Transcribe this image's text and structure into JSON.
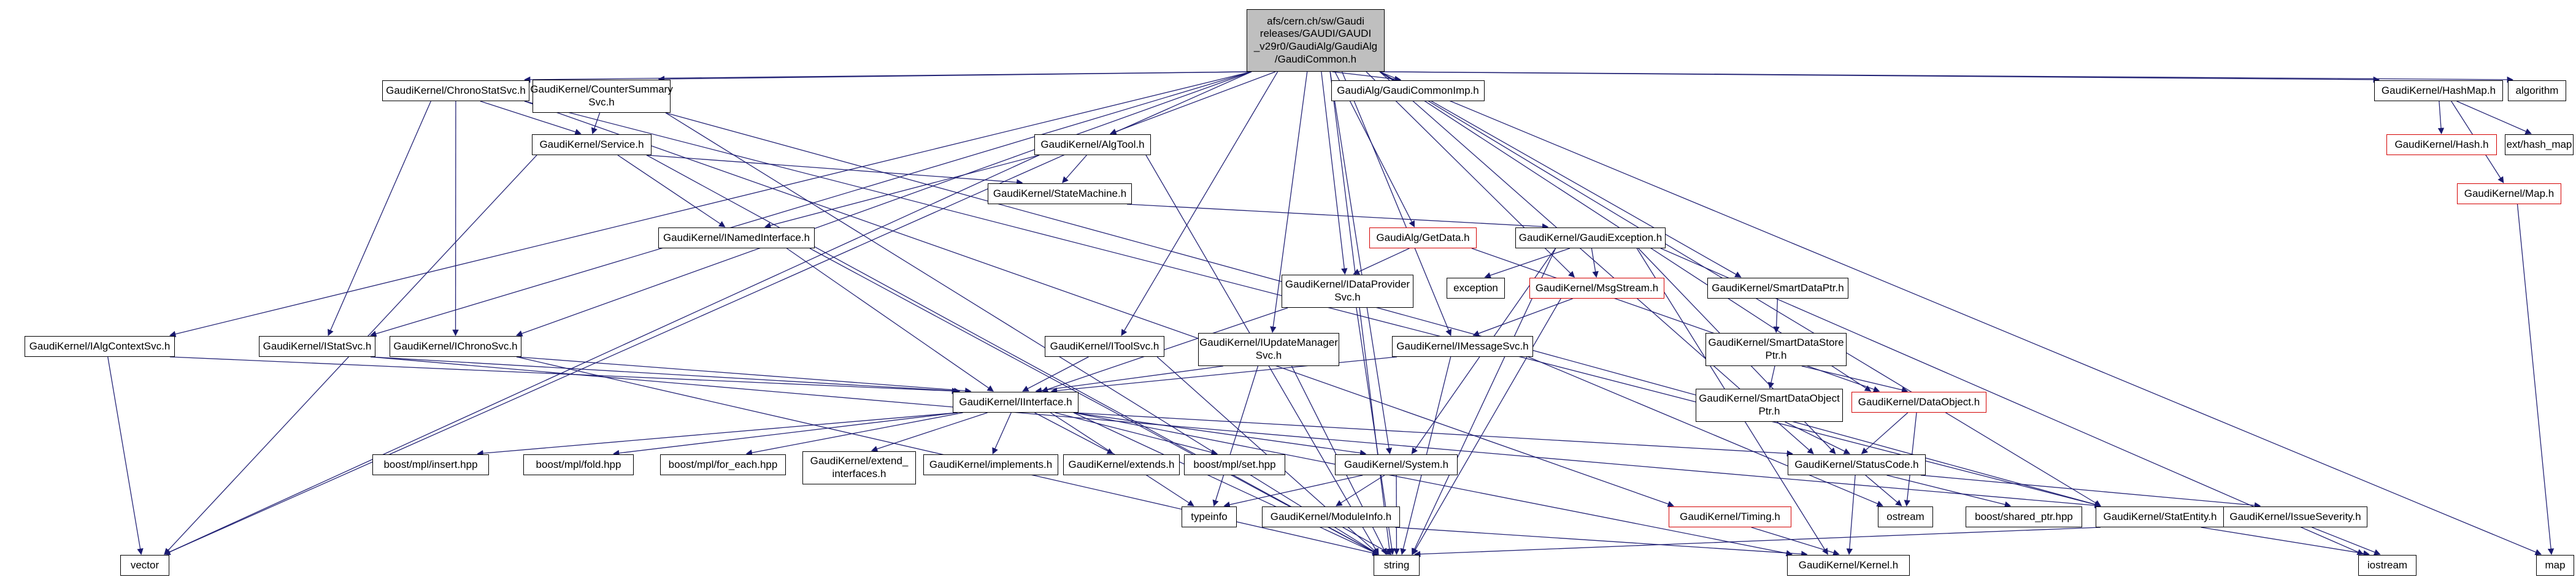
{
  "graph": {
    "kind": "doxygen-include-dependency-graph",
    "root_label": "afs/cern.ch/sw/Gaudi\nreleases/GAUDI/GAUDI\n_v29r0/GaudiAlg/GaudiAlg\n/GaudiCommon.h"
  },
  "colors": {
    "edge": "#191970",
    "node_border": "#000000",
    "truncated_border": "#d40000",
    "root_fill": "#bfbfbf",
    "node_fill": "#ffffff",
    "text": "#000000",
    "background": "#ffffff"
  },
  "nodes": [
    {
      "id": "root",
      "type": "current",
      "label": "afs/cern.ch/sw/Gaudi\nreleases/GAUDI/GAUDI\n_v29r0/GaudiAlg/GaudiAlg\n/GaudiCommon.h"
    },
    {
      "id": "chronostatsvc",
      "type": "normal",
      "label": "GaudiKernel/ChronoStatSvc.h"
    },
    {
      "id": "countersummarysvc",
      "type": "normal",
      "label": "GaudiKernel/CounterSummary\nSvc.h"
    },
    {
      "id": "gaudicommonimp",
      "type": "normal",
      "label": "GaudiAlg/GaudiCommonImp.h"
    },
    {
      "id": "hashmap",
      "type": "normal",
      "label": "GaudiKernel/HashMap.h"
    },
    {
      "id": "algorithm",
      "type": "normal",
      "label": "algorithm"
    },
    {
      "id": "service",
      "type": "normal",
      "label": "GaudiKernel/Service.h"
    },
    {
      "id": "algtool",
      "type": "normal",
      "label": "GaudiKernel/AlgTool.h"
    },
    {
      "id": "hash",
      "type": "truncated",
      "label": "GaudiKernel/Hash.h"
    },
    {
      "id": "exthashmap",
      "type": "normal",
      "label": "ext/hash_map"
    },
    {
      "id": "statemachine",
      "type": "normal",
      "label": "GaudiKernel/StateMachine.h"
    },
    {
      "id": "gmap",
      "type": "truncated",
      "label": "GaudiKernel/Map.h"
    },
    {
      "id": "inamedinterface",
      "type": "normal",
      "label": "GaudiKernel/INamedInterface.h"
    },
    {
      "id": "getdata",
      "type": "truncated",
      "label": "GaudiAlg/GetData.h"
    },
    {
      "id": "gaudiexception",
      "type": "normal",
      "label": "GaudiKernel/GaudiException.h"
    },
    {
      "id": "idataprovidersvc",
      "type": "normal",
      "label": "GaudiKernel/IDataProvider\nSvc.h"
    },
    {
      "id": "exception",
      "type": "normal",
      "label": "exception"
    },
    {
      "id": "msgstream",
      "type": "truncated",
      "label": "GaudiKernel/MsgStream.h"
    },
    {
      "id": "smartdataptr",
      "type": "normal",
      "label": "GaudiKernel/SmartDataPtr.h"
    },
    {
      "id": "ialgcontextsvc",
      "type": "normal",
      "label": "GaudiKernel/IAlgContextSvc.h"
    },
    {
      "id": "istatsvc",
      "type": "normal",
      "label": "GaudiKernel/IStatSvc.h"
    },
    {
      "id": "ichronosvc",
      "type": "normal",
      "label": "GaudiKernel/IChronoSvc.h"
    },
    {
      "id": "itoolsvc",
      "type": "normal",
      "label": "GaudiKernel/IToolSvc.h"
    },
    {
      "id": "iupdatemanagersvc",
      "type": "normal",
      "label": "GaudiKernel/IUpdateManager\nSvc.h"
    },
    {
      "id": "imessagesvc",
      "type": "normal",
      "label": "GaudiKernel/IMessageSvc.h"
    },
    {
      "id": "smartdatastoreptr",
      "type": "normal",
      "label": "GaudiKernel/SmartDataStore\nPtr.h"
    },
    {
      "id": "iinterface",
      "type": "normal",
      "label": "GaudiKernel/IInterface.h"
    },
    {
      "id": "smartdataobjectptr",
      "type": "normal",
      "label": "GaudiKernel/SmartDataObject\nPtr.h"
    },
    {
      "id": "dataobject",
      "type": "truncated",
      "label": "GaudiKernel/DataObject.h"
    },
    {
      "id": "mplinsert",
      "type": "normal",
      "label": "boost/mpl/insert.hpp"
    },
    {
      "id": "mplfold",
      "type": "normal",
      "label": "boost/mpl/fold.hpp"
    },
    {
      "id": "mplforeach",
      "type": "normal",
      "label": "boost/mpl/for_each.hpp"
    },
    {
      "id": "extendinterfaces",
      "type": "normal",
      "label": "GaudiKernel/extend_\ninterfaces.h"
    },
    {
      "id": "implements",
      "type": "normal",
      "label": "GaudiKernel/implements.h"
    },
    {
      "id": "extends",
      "type": "normal",
      "label": "GaudiKernel/extends.h"
    },
    {
      "id": "mplset",
      "type": "normal",
      "label": "boost/mpl/set.hpp"
    },
    {
      "id": "system",
      "type": "normal",
      "label": "GaudiKernel/System.h"
    },
    {
      "id": "statuscode",
      "type": "normal",
      "label": "GaudiKernel/StatusCode.h"
    },
    {
      "id": "typeinfo",
      "type": "normal",
      "label": "typeinfo"
    },
    {
      "id": "moduleinfo",
      "type": "normal",
      "label": "GaudiKernel/ModuleInfo.h"
    },
    {
      "id": "timing",
      "type": "truncated",
      "label": "GaudiKernel/Timing.h"
    },
    {
      "id": "ostream",
      "type": "normal",
      "label": "ostream"
    },
    {
      "id": "sharedptr",
      "type": "normal",
      "label": "boost/shared_ptr.hpp"
    },
    {
      "id": "statentity",
      "type": "normal",
      "label": "GaudiKernel/StatEntity.h"
    },
    {
      "id": "issueseverity",
      "type": "normal",
      "label": "GaudiKernel/IssueSeverity.h"
    },
    {
      "id": "vector",
      "type": "normal",
      "label": "vector"
    },
    {
      "id": "string",
      "type": "normal",
      "label": "string"
    },
    {
      "id": "kernel",
      "type": "normal",
      "label": "GaudiKernel/Kernel.h"
    },
    {
      "id": "iostream",
      "type": "normal",
      "label": "iostream"
    },
    {
      "id": "map",
      "type": "normal",
      "label": "map"
    }
  ],
  "edges": [
    {
      "from": "root",
      "to": "chronostatsvc"
    },
    {
      "from": "root",
      "to": "countersummarysvc"
    },
    {
      "from": "root",
      "to": "gaudicommonimp"
    },
    {
      "from": "root",
      "to": "hashmap"
    },
    {
      "from": "root",
      "to": "algorithm"
    },
    {
      "from": "root",
      "to": "algtool"
    },
    {
      "from": "root",
      "to": "getdata"
    },
    {
      "from": "root",
      "to": "idataprovidersvc"
    },
    {
      "from": "root",
      "to": "msgstream"
    },
    {
      "from": "root",
      "to": "smartdataptr"
    },
    {
      "from": "root",
      "to": "ialgcontextsvc"
    },
    {
      "from": "root",
      "to": "istatsvc"
    },
    {
      "from": "root",
      "to": "ichronosvc"
    },
    {
      "from": "root",
      "to": "itoolsvc"
    },
    {
      "from": "root",
      "to": "iupdatemanagersvc"
    },
    {
      "from": "root",
      "to": "imessagesvc"
    },
    {
      "from": "root",
      "to": "system"
    },
    {
      "from": "root",
      "to": "statentity"
    },
    {
      "from": "root",
      "to": "statuscode"
    },
    {
      "from": "root",
      "to": "dataobject"
    },
    {
      "from": "root",
      "to": "vector"
    },
    {
      "from": "root",
      "to": "string"
    },
    {
      "from": "root",
      "to": "map"
    },
    {
      "from": "chronostatsvc",
      "to": "service"
    },
    {
      "from": "chronostatsvc",
      "to": "istatsvc"
    },
    {
      "from": "chronostatsvc",
      "to": "ichronosvc"
    },
    {
      "from": "chronostatsvc",
      "to": "statentity"
    },
    {
      "from": "chronostatsvc",
      "to": "timing"
    },
    {
      "from": "countersummarysvc",
      "to": "service"
    },
    {
      "from": "countersummarysvc",
      "to": "statentity"
    },
    {
      "from": "countersummarysvc",
      "to": "string"
    },
    {
      "from": "service",
      "to": "inamedinterface"
    },
    {
      "from": "service",
      "to": "statemachine"
    },
    {
      "from": "service",
      "to": "string"
    },
    {
      "from": "service",
      "to": "vector"
    },
    {
      "from": "algtool",
      "to": "statemachine"
    },
    {
      "from": "algtool",
      "to": "inamedinterface"
    },
    {
      "from": "algtool",
      "to": "string"
    },
    {
      "from": "algtool",
      "to": "vector"
    },
    {
      "from": "statemachine",
      "to": "gaudiexception"
    },
    {
      "from": "inamedinterface",
      "to": "iinterface"
    },
    {
      "from": "inamedinterface",
      "to": "string"
    },
    {
      "from": "getdata",
      "to": "idataprovidersvc"
    },
    {
      "from": "getdata",
      "to": "dataobject"
    },
    {
      "from": "gaudiexception",
      "to": "exception"
    },
    {
      "from": "gaudiexception",
      "to": "msgstream"
    },
    {
      "from": "gaudiexception",
      "to": "statuscode"
    },
    {
      "from": "gaudiexception",
      "to": "system"
    },
    {
      "from": "gaudiexception",
      "to": "kernel"
    },
    {
      "from": "gaudiexception",
      "to": "iostream"
    },
    {
      "from": "gaudiexception",
      "to": "string"
    },
    {
      "from": "msgstream",
      "to": "imessagesvc"
    },
    {
      "from": "msgstream",
      "to": "string"
    },
    {
      "from": "imessagesvc",
      "to": "iinterface"
    },
    {
      "from": "imessagesvc",
      "to": "string"
    },
    {
      "from": "imessagesvc",
      "to": "ostream"
    },
    {
      "from": "idataprovidersvc",
      "to": "iinterface"
    },
    {
      "from": "idataprovidersvc",
      "to": "string"
    },
    {
      "from": "itoolsvc",
      "to": "iinterface"
    },
    {
      "from": "itoolsvc",
      "to": "string"
    },
    {
      "from": "iupdatemanagersvc",
      "to": "iinterface"
    },
    {
      "from": "iupdatemanagersvc",
      "to": "string"
    },
    {
      "from": "iupdatemanagersvc",
      "to": "typeinfo"
    },
    {
      "from": "ialgcontextsvc",
      "to": "iinterface"
    },
    {
      "from": "ialgcontextsvc",
      "to": "vector"
    },
    {
      "from": "istatsvc",
      "to": "iinterface"
    },
    {
      "from": "istatsvc",
      "to": "statentity"
    },
    {
      "from": "ichronosvc",
      "to": "iinterface"
    },
    {
      "from": "ichronosvc",
      "to": "string"
    },
    {
      "from": "iinterface",
      "to": "mplinsert"
    },
    {
      "from": "iinterface",
      "to": "mplfold"
    },
    {
      "from": "iinterface",
      "to": "mplforeach"
    },
    {
      "from": "iinterface",
      "to": "extendinterfaces"
    },
    {
      "from": "iinterface",
      "to": "implements"
    },
    {
      "from": "iinterface",
      "to": "extends"
    },
    {
      "from": "iinterface",
      "to": "mplset"
    },
    {
      "from": "iinterface",
      "to": "system"
    },
    {
      "from": "iinterface",
      "to": "statuscode"
    },
    {
      "from": "iinterface",
      "to": "typeinfo"
    },
    {
      "from": "iinterface",
      "to": "string"
    },
    {
      "from": "iinterface",
      "to": "kernel"
    },
    {
      "from": "system",
      "to": "moduleinfo"
    },
    {
      "from": "system",
      "to": "typeinfo"
    },
    {
      "from": "system",
      "to": "string"
    },
    {
      "from": "moduleinfo",
      "to": "string"
    },
    {
      "from": "moduleinfo",
      "to": "kernel"
    },
    {
      "from": "statuscode",
      "to": "kernel"
    },
    {
      "from": "statuscode",
      "to": "ostream"
    },
    {
      "from": "statuscode",
      "to": "issueseverity"
    },
    {
      "from": "statuscode",
      "to": "sharedptr"
    },
    {
      "from": "dataobject",
      "to": "statuscode"
    },
    {
      "from": "dataobject",
      "to": "ostream"
    },
    {
      "from": "smartdataptr",
      "to": "smartdatastoreptr"
    },
    {
      "from": "smartdatastoreptr",
      "to": "smartdataobjectptr"
    },
    {
      "from": "smartdatastoreptr",
      "to": "dataobject"
    },
    {
      "from": "smartdataobjectptr",
      "to": "statuscode"
    },
    {
      "from": "statentity",
      "to": "iostream"
    },
    {
      "from": "statentity",
      "to": "string"
    },
    {
      "from": "issueseverity",
      "to": "iostream"
    },
    {
      "from": "timing",
      "to": "kernel"
    },
    {
      "from": "hashmap",
      "to": "hash"
    },
    {
      "from": "hashmap",
      "to": "exthashmap"
    },
    {
      "from": "hashmap",
      "to": "gmap"
    },
    {
      "from": "gmap",
      "to": "map"
    }
  ]
}
